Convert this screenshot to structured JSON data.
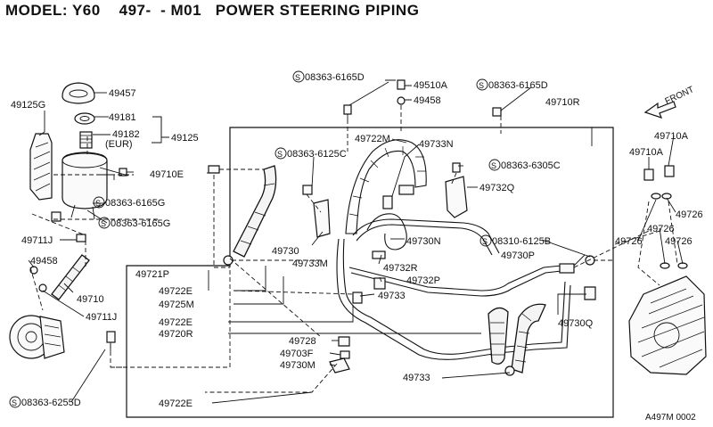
{
  "title": {
    "model": "MODEL: Y60",
    "section": "497-  - M01",
    "name": "POWER STEERING PIPING"
  },
  "figure_code": "A497M 0002",
  "front_label": "FRONT",
  "callouts": [
    "49457",
    "49181",
    "49182",
    "(EUR)",
    "49125",
    "49125G",
    "49710E",
    "08363-6165G",
    "08363-6165G",
    "49711J",
    "49458",
    "49710",
    "49711J",
    "08363-6255D",
    "08363-6165D",
    "49510A",
    "49458",
    "08363-6165D",
    "49710R",
    "49722M",
    "49733N",
    "08363-6125C",
    "08363-6305C",
    "49732Q",
    "49730",
    "49733M",
    "49730N",
    "49732R",
    "49732P",
    "49733",
    "08310-6125B",
    "49730P",
    "49730Q",
    "49721P",
    "49722E",
    "49725M",
    "49722E",
    "49720R",
    "49728",
    "49703F",
    "49730M",
    "49733",
    "49722E",
    "49710A",
    "49710A",
    "49726",
    "49726",
    "49726",
    "49726"
  ]
}
